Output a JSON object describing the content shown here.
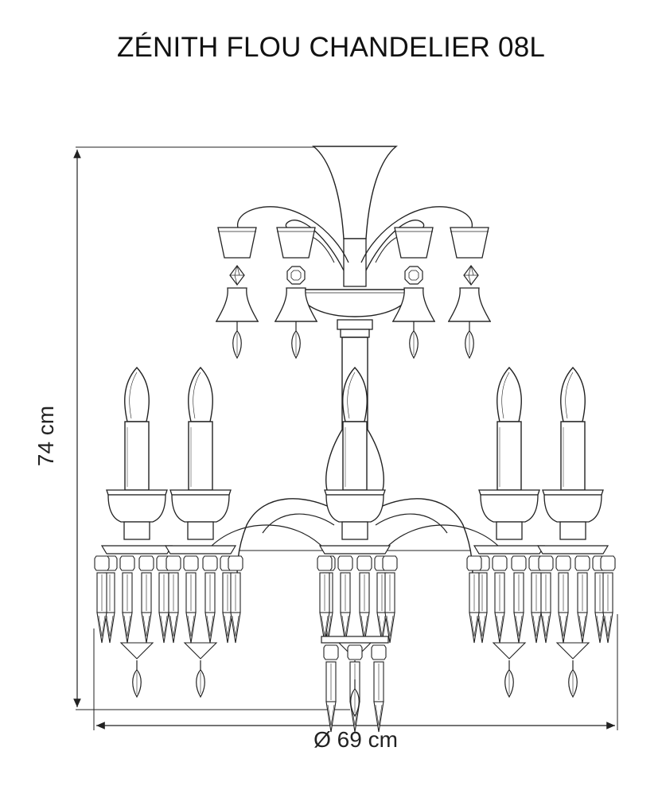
{
  "title": "ZÉNITH FLOU CHANDELIER 08L",
  "dimensions": {
    "height_label": "74 cm",
    "diameter_label": "Ø 69 cm"
  },
  "colors": {
    "line": "#222222",
    "background": "#ffffff"
  }
}
